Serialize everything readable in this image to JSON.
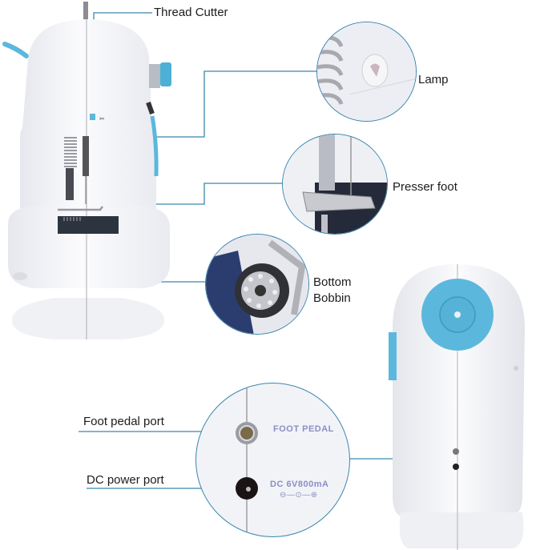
{
  "diagram": {
    "subject": "Mini sewing machine",
    "callouts": [
      {
        "id": "thread-cutter",
        "label": "Thread Cutter"
      },
      {
        "id": "lamp",
        "label": "Lamp"
      },
      {
        "id": "presser-foot",
        "label": "Presser foot"
      },
      {
        "id": "bottom-bobbin",
        "label_line1": "Bottom",
        "label_line2": "Bobbin"
      },
      {
        "id": "foot-pedal-port",
        "label": "Foot pedal port"
      },
      {
        "id": "dc-power-port",
        "label": "DC power port"
      }
    ],
    "port_panel": {
      "foot_pedal_text": "FOOT PEDAL",
      "dc_text": "DC  6V800mA",
      "polarity_symbol": "⊖—⊙—⊕"
    },
    "colors": {
      "accent_blue": "#3a86ad",
      "machine_blue": "#5bb8dc",
      "machine_white": "#f4f5f8",
      "label_text": "#1c1c1c",
      "panel_text": "#8b8fc4"
    }
  }
}
